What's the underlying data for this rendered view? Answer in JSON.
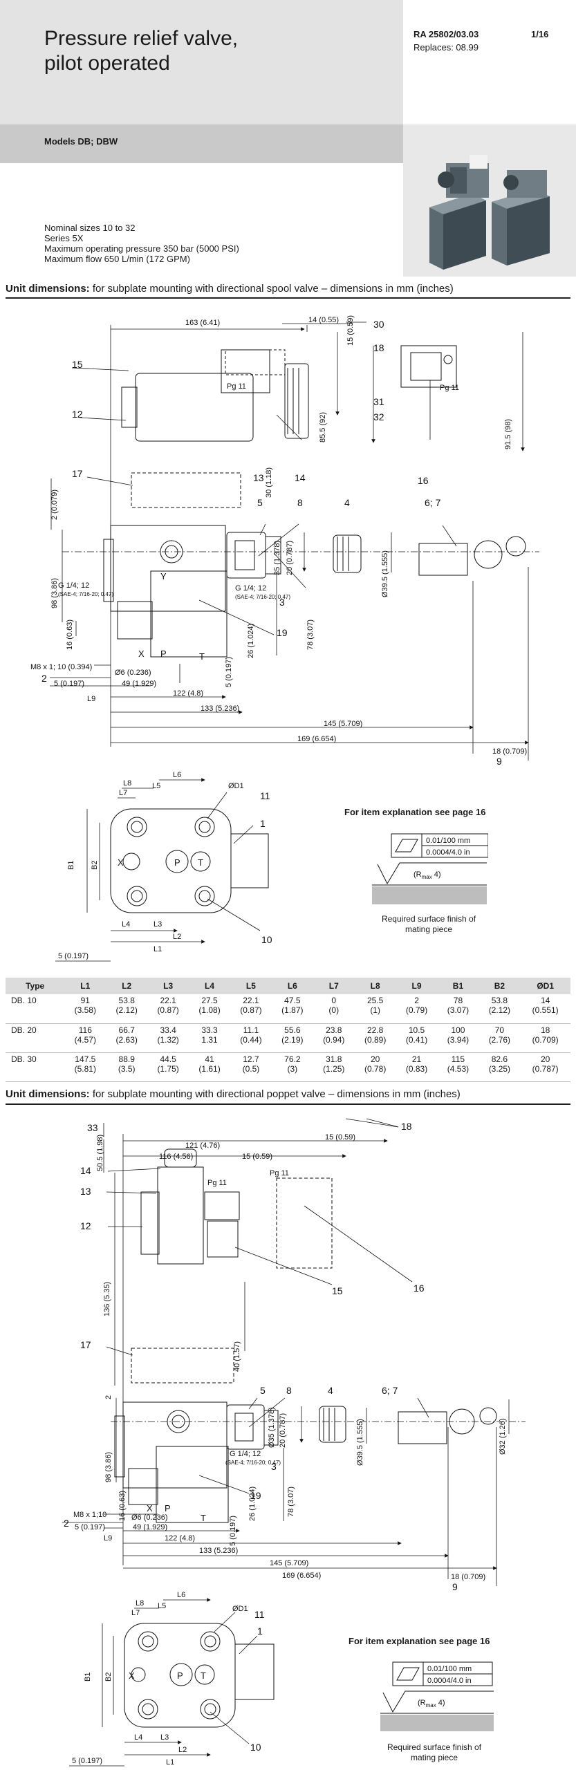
{
  "header": {
    "title_lines": [
      "Pressure relief valve,",
      "pilot operated"
    ],
    "doc_number": "RA 25802/03.03",
    "replaces": "Replaces: 08.99",
    "page": "1/16",
    "models": "Models DB; DBW",
    "specs": [
      "Nominal sizes 10 to 32",
      "Series 5X",
      "Maximum operating pressure 350 bar (5000 PSI)",
      "Maximum flow 650 L/min (172 GPM)"
    ]
  },
  "section1": {
    "heading_bold": "Unit dimensions:",
    "heading_rest": " for subplate mounting with directional spool valve – dimensions in mm (inches)",
    "dims": {
      "d163": "163 (6.41)",
      "d14": "14 (0.55)",
      "d15": "15 (0.59)",
      "d855": "85.5 (92)",
      "d915": "91.5 (98)",
      "d30": "30 (1.18)",
      "d2": "2 (0.079)",
      "d98": "98 (3.86)",
      "d35": "35 (1.378)",
      "d20": "20 (0.787)",
      "d78": "78 (3.07)",
      "d395": "Ø39.5 (1.555)",
      "d16": "16 (0.63)",
      "d26": "26 (1.024)",
      "d5v": "5 (0.197)",
      "d6": "Ø6 (0.236)",
      "d49": "49 (1.929)",
      "d5": "5 (0.197)",
      "d122": "122 (4.8)",
      "d133": "133 (5.236)",
      "d145": "145 (5.709)",
      "d169": "169 (6.654)",
      "d18": "18 (0.709)",
      "m8": "M8 x 1; 10 (0.394)",
      "g14a": "G 1/4; 12",
      "g14a_sub": "(SAE-4; 7/16-20; 0.47)",
      "g14b": "G 1/4; 12",
      "g14b_sub": "(SAE-4; 7/16-20; 0.47)",
      "pg11a": "Pg 11",
      "pg11b": "Pg 11",
      "l9": "L9"
    },
    "items": {
      "i30": "30",
      "i18": "18",
      "i15": "15",
      "i12": "12",
      "i13": "13",
      "i14": "14",
      "i31": "31",
      "i32": "32",
      "i16": "16",
      "i17": "17",
      "i5": "5",
      "i8": "8",
      "i4": "4",
      "i67": "6; 7",
      "i3": "3",
      "i19": "19",
      "i2": "2",
      "i9": "9",
      "x": "X",
      "p": "P",
      "t": "T",
      "y": "Y"
    }
  },
  "top_view1": {
    "labels": {
      "l6": "L6",
      "l8": "L8",
      "l5": "L5",
      "l7": "L7",
      "d1": "ØD1",
      "i11": "11",
      "i1": "1",
      "b1": "B1",
      "b2": "B2",
      "x": "X",
      "p": "P",
      "t": "T",
      "l4": "L4",
      "l3": "L3",
      "l2": "L2",
      "l1": "L1",
      "i10": "10",
      "d5": "5 (0.197)"
    }
  },
  "note1": {
    "title": "For item explanation see page 16",
    "flatness": "0.01/100 mm",
    "flatness_in": "0.0004/4.0 in",
    "rmax": "(R",
    "rmax_sub": "max",
    "rmax_end": " 4)",
    "caption": [
      "Required surface finish of",
      "mating piece"
    ]
  },
  "table": {
    "columns": [
      "Type",
      "L1",
      "L2",
      "L3",
      "L4",
      "L5",
      "L6",
      "L7",
      "L8",
      "L9",
      "B1",
      "B2",
      "ØD1"
    ],
    "rows": [
      [
        "DB. 10",
        [
          "91",
          "(3.58)"
        ],
        [
          "53.8",
          "(2.12)"
        ],
        [
          "22.1",
          "(0.87)"
        ],
        [
          "27.5",
          "(1.08)"
        ],
        [
          "22.1",
          "(0.87)"
        ],
        [
          "47.5",
          "(1.87)"
        ],
        [
          "0",
          "(0)"
        ],
        [
          "25.5",
          "(1)"
        ],
        [
          "2",
          "(0.79)"
        ],
        [
          "78",
          "(3.07)"
        ],
        [
          "53.8",
          "(2.12)"
        ],
        [
          "14",
          "(0.551)"
        ]
      ],
      [
        "DB. 20",
        [
          "116",
          "(4.57)"
        ],
        [
          "66.7",
          "(2.63)"
        ],
        [
          "33.4",
          "(1.32)"
        ],
        [
          "33.3",
          "1.31"
        ],
        [
          "11.1",
          "(0.44)"
        ],
        [
          "55.6",
          "(2.19)"
        ],
        [
          "23.8",
          "(0.94)"
        ],
        [
          "22.8",
          "(0.89)"
        ],
        [
          "10.5",
          "(0.41)"
        ],
        [
          "100",
          "(3.94)"
        ],
        [
          "70",
          "(2.76)"
        ],
        [
          "18",
          "(0.709)"
        ]
      ],
      [
        "DB. 30",
        [
          "147.5",
          "(5.81)"
        ],
        [
          "88.9",
          "(3.5)"
        ],
        [
          "44.5",
          "(1.75)"
        ],
        [
          "41",
          "(1.61)"
        ],
        [
          "12.7",
          "(0.5)"
        ],
        [
          "76.2",
          "(3)"
        ],
        [
          "31.8",
          "(1.25)"
        ],
        [
          "20",
          "(0.78)"
        ],
        [
          "21",
          "(0.83)"
        ],
        [
          "115",
          "(4.53)"
        ],
        [
          "82.6",
          "(3.25)"
        ],
        [
          "20",
          "(0.787)"
        ]
      ]
    ]
  },
  "section2": {
    "heading_bold": "Unit dimensions:",
    "heading_rest": " for subplate mounting with directional poppet valve – dimensions in mm (inches)",
    "dims": {
      "d505": "50.5 (1.98)",
      "d121": "121 (4.76)",
      "d116": "116 (4.56)",
      "d15a": "15 (0.59)",
      "d15b": "15 (0.59)",
      "d136": "136 (5.35)",
      "d40": "40 (1.57)",
      "d2": "2",
      "d98": "98 (3.86)",
      "d35": "Ø35 (1.378)",
      "d20": "20 (0.787)",
      "d78": "78 (3.07)",
      "d395": "Ø39.5 (1.555)",
      "d32": "Ø32 (1.26)",
      "d16": "16 (0.63)",
      "d26": "26 (1.024)",
      "d5v": "5 (0.197)",
      "d6": "Ø6 (0.236)",
      "d49": "49 (1.929)",
      "d5": "5 (0.197)",
      "d122": "122 (4.8)",
      "d133": "133 (5.236)",
      "d145": "145 (5.709)",
      "d169": "169 (6.654)",
      "d18": "18 (0.709)",
      "m8": "M8 x 1;10",
      "g14": "G 1/4; 12",
      "g14_sub": "(SAE-4; 7/16-20; 0.47)",
      "pg11a": "Pg 11",
      "pg11b": "Pg 11",
      "l9": "L9"
    },
    "items": {
      "i33": "33",
      "i18": "18",
      "i14": "14",
      "i13": "13",
      "i12": "12",
      "i15": "15",
      "i16": "16",
      "i17": "17",
      "i5": "5",
      "i8": "8",
      "i4": "4",
      "i67": "6; 7",
      "i3": "3",
      "i19": "19",
      "i2": "2",
      "i9": "9",
      "x": "X",
      "p": "P",
      "t": "T"
    }
  },
  "top_view2": {
    "labels": {
      "l6": "L6",
      "l8": "L8",
      "l5": "L5",
      "l7": "L7",
      "d1": "ØD1",
      "i11": "11",
      "i1": "1",
      "b1": "B1",
      "b2": "B2",
      "x": "X",
      "p": "P",
      "t": "T",
      "l4": "L4",
      "l3": "L3",
      "l2": "L2",
      "l1": "L1",
      "i10": "10",
      "d5": "5 (0.197)"
    }
  },
  "note2": {
    "title": "For item explanation see page 16",
    "flatness": "0.01/100 mm",
    "flatness_in": "0.0004/4.0 in",
    "rmax": "(R",
    "rmax_sub": "max",
    "rmax_end": " 4)",
    "caption": [
      "Required surface finish of",
      "mating piece"
    ]
  }
}
